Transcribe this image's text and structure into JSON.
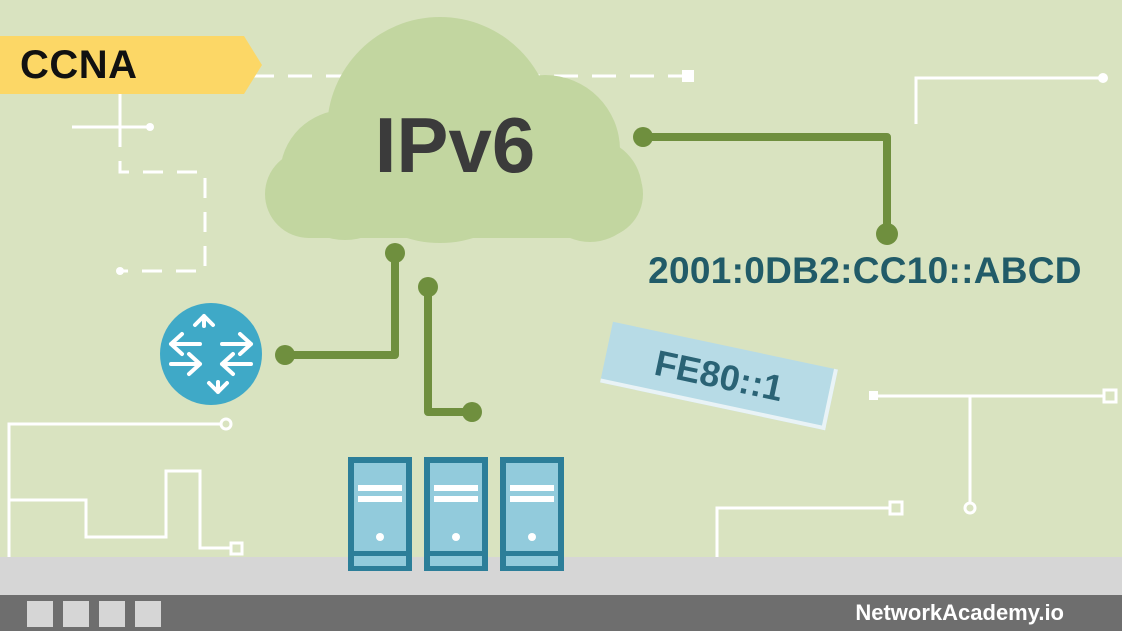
{
  "badge": {
    "label": "CCNA"
  },
  "cloud": {
    "label": "IPv6"
  },
  "global_address": {
    "label": "2001:0DB2:CC10::ABCD"
  },
  "link_local_tag": {
    "label": "FE80::1"
  },
  "footer": {
    "brand": "NetworkAcademy.io"
  },
  "icons": {
    "router": "router-icon",
    "servers": [
      "server-icon",
      "server-icon",
      "server-icon"
    ],
    "cloud": "cloud-icon"
  },
  "colors": {
    "background": "#d9e3c0",
    "badge": "#fcd766",
    "cloud": "#c2d6a0",
    "connector": "#6f8f3e",
    "router": "#3fa9c7",
    "server": "#2c7e99",
    "tag": "#b7dbe6",
    "address_text": "#215b68",
    "footer": "#6e6e6e"
  }
}
